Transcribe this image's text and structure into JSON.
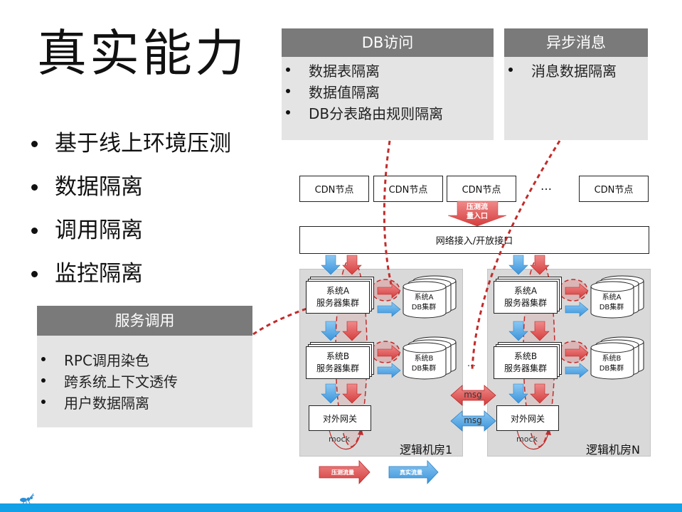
{
  "slide": {
    "title": "真实能力",
    "bullets": [
      "基于线上环境压测",
      "数据隔离",
      "调用隔离",
      "监控隔离"
    ]
  },
  "panels": {
    "db_access": {
      "header": "DB访问",
      "items": [
        "数据表隔离",
        "数据值隔离",
        "DB分表路由规则隔离"
      ]
    },
    "async_message": {
      "header": "异步消息",
      "items": [
        "消息数据隔离"
      ]
    },
    "service_call": {
      "header": "服务调用",
      "items": [
        "RPC调用染色",
        "跨系统上下文透传",
        "用户数据隔离"
      ]
    }
  },
  "diagram": {
    "cdn_nodes": [
      "CDN节点",
      "CDN节点",
      "CDN节点",
      "CDN节点"
    ],
    "cdn_ellipsis": "…",
    "entry_arrow_label": [
      "压测流",
      "量入口"
    ],
    "gateway_label": "网络接入/开放接口",
    "rooms": [
      {
        "label": "逻辑机房1",
        "system_a": [
          "系统A",
          "服务器集群"
        ],
        "system_b": [
          "系统B",
          "服务器集群"
        ],
        "db_a": [
          "系统A",
          "DB集群"
        ],
        "db_b": [
          "系统B",
          "DB集群"
        ],
        "external_gateway": "对外网关",
        "mock": "mock"
      },
      {
        "label": "逻辑机房N",
        "system_a": [
          "系统A",
          "服务器集群"
        ],
        "system_b": [
          "系统B",
          "服务器集群"
        ],
        "db_a": [
          "系统A",
          "DB集群"
        ],
        "db_b": [
          "系统B",
          "DB集群"
        ],
        "external_gateway": "对外网关",
        "mock": "mock"
      }
    ],
    "between_rooms_ellipsis": "…",
    "msg_labels": [
      "msg",
      "msg"
    ],
    "legend": {
      "stress_traffic": "压测流量",
      "real_traffic": "真实流量"
    }
  },
  "colors": {
    "panel_header": "#7a7a7a",
    "panel_body": "#e4e4e4",
    "room_bg": "#d9d9d9",
    "stress_red": "#e0504f",
    "real_blue": "#4aa3e6",
    "dashed_red": "#c22b2b",
    "footer_blue": "#12a0e6"
  },
  "icons": {
    "footer_logo": "ant-logo-icon"
  }
}
